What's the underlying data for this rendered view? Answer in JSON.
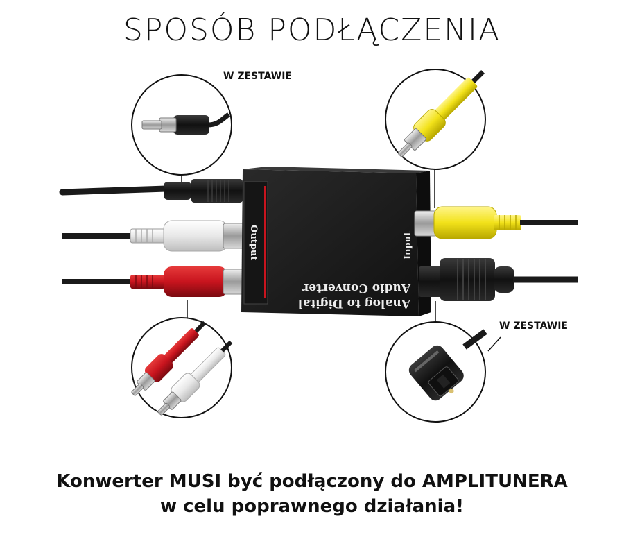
{
  "title": "SPOSÓB PODŁĄCZENIA",
  "callouts": {
    "top_left": "W ZESTAWIE",
    "bottom_right": "W ZESTAWIE"
  },
  "device": {
    "label_line1": "Analog to Digital",
    "label_line2": "Audio Converter",
    "output_label": "Output",
    "input_label": "Input",
    "body_color": "#1c1c1c"
  },
  "footer": {
    "line1": "Konwerter MUSI być podłączony do AMPLITUNERA",
    "line2": "w celu poprawnego działania!"
  },
  "colors": {
    "rca_white": "#f2f2f2",
    "rca_red": "#c8141e",
    "rca_yellow": "#f2e21a",
    "cable": "#1a1a1a"
  }
}
